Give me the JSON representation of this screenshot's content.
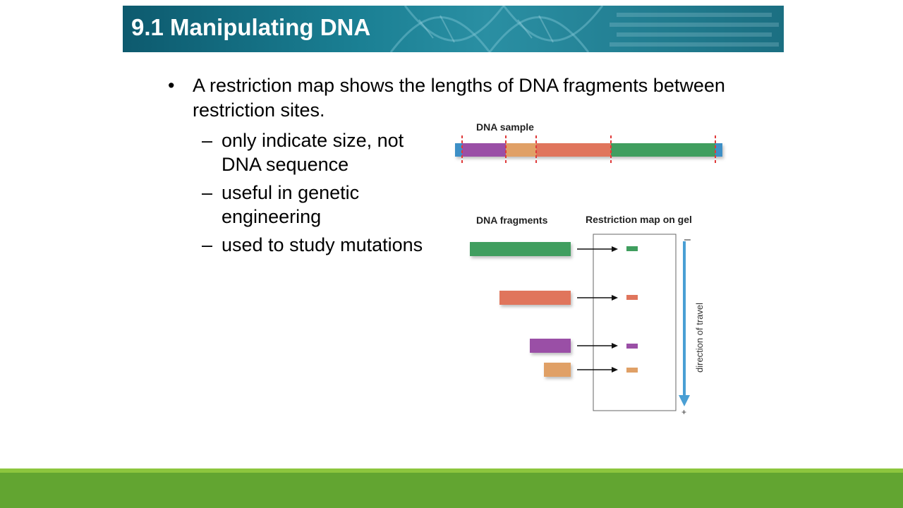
{
  "header": {
    "title": "9.1 Manipulating DNA"
  },
  "content": {
    "main_bullet": "A restriction map shows the lengths of DNA fragments between restriction sites.",
    "bullet_glyph": "•",
    "sub_glyph": "–",
    "sub_bullets": [
      "only indicate size, not DNA sequence",
      "useful in genetic engineering",
      "used to study mutations"
    ]
  },
  "diagram": {
    "sample_label": "DNA sample",
    "fragments_label": "DNA fragments",
    "gel_label": "Restriction map on gel",
    "travel_label": "direction of travel",
    "minus_sign": "–",
    "plus_sign": "+",
    "colors": {
      "purple": "#9a4fa6",
      "orange": "#e0a066",
      "salmon": "#e0755c",
      "green": "#3f9e5e",
      "blue_end": "#3c8fc6",
      "cut_line": "#e03a3a",
      "arrow": "#4a9fd4"
    },
    "fragments": [
      {
        "color": "green"
      },
      {
        "color": "salmon"
      },
      {
        "color": "purple"
      },
      {
        "color": "orange"
      }
    ]
  }
}
